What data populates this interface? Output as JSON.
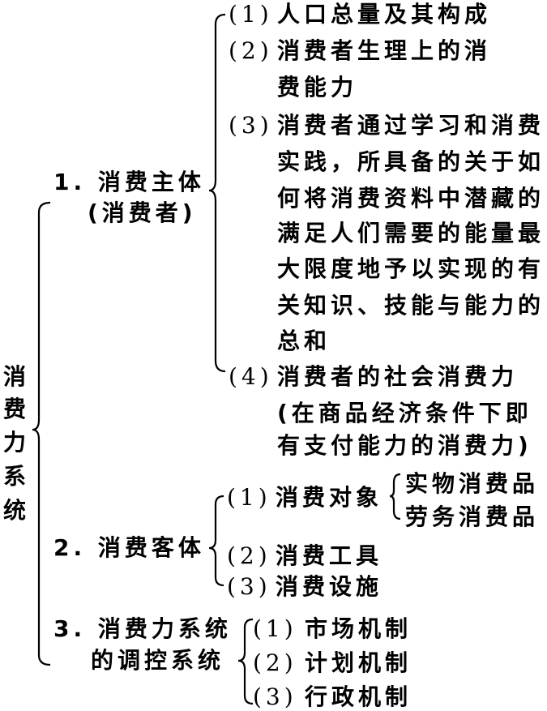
{
  "root": [
    "消",
    "费",
    "力",
    "系",
    "统"
  ],
  "branch1": {
    "label_line1": "1. 消费主体",
    "label_line2": "(消费者)",
    "items": [
      {
        "num": "(1)",
        "lines": [
          "人口总量及其构成"
        ]
      },
      {
        "num": "(2)",
        "lines": [
          "消费者生理上的消",
          "费能力"
        ]
      },
      {
        "num": "(3)",
        "lines": [
          "消费者通过学习和消费",
          "实践，所具备的关于如",
          "何将消费资料中潜藏的",
          "满足人们需要的能量最",
          "大限度地予以实现的有",
          "关知识、技能与能力的",
          "总和"
        ]
      },
      {
        "num": "(4)",
        "lines": [
          "消费者的社会消费力",
          "(在商品经济条件下即",
          "有支付能力的消费力)"
        ]
      }
    ]
  },
  "branch2": {
    "label": "2. 消费客体",
    "items": [
      {
        "num": "(1)",
        "text": "消费对象",
        "sub": [
          "实物消费品",
          "劳务消费品"
        ]
      },
      {
        "num": "(2)",
        "text": "消费工具"
      },
      {
        "num": "(3)",
        "text": "消费设施"
      }
    ]
  },
  "branch3": {
    "label_line1": "3. 消费力系统",
    "label_line2": "的调控系统",
    "items": [
      {
        "num": "(1)",
        "text": "市场机制"
      },
      {
        "num": "(2)",
        "text": "计划机制"
      },
      {
        "num": "(3)",
        "text": "行政机制"
      }
    ]
  }
}
